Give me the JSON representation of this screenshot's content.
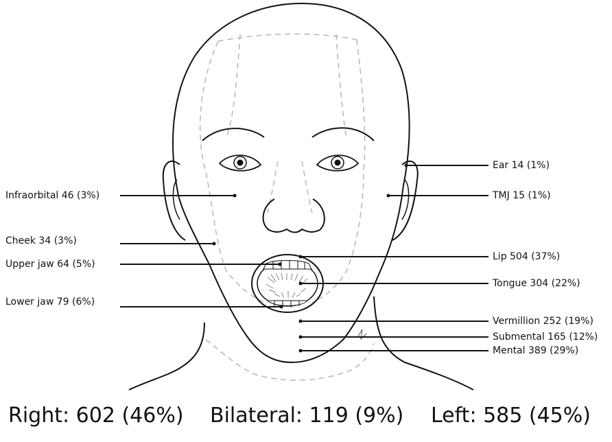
{
  "labels": {
    "infraorbital": "Infraorbital 46 (3%)",
    "cheek": "Cheek 34 (3%)",
    "upper_jaw": "Upper jaw 64 (5%)",
    "lower_jaw": "Lower jaw 79 (6%)",
    "ear": "Ear 14 (1%)",
    "tmj": "TMJ 15 (1%)",
    "lip": "Lip 504 (37%)",
    "tongue": "Tongue 304 (22%)",
    "vermillion": "Vermillion 252 (19%)",
    "submental": "Submental 165 (12%)",
    "mental": "Mental 389 (29%)"
  },
  "totals": {
    "right": "Right: 602 (46%)",
    "bilateral": "Bilateral: 119 (9%)",
    "left": "Left: 585 (45%)"
  },
  "colors": {
    "outline": "#111111",
    "regions": "#b5b5b5"
  }
}
